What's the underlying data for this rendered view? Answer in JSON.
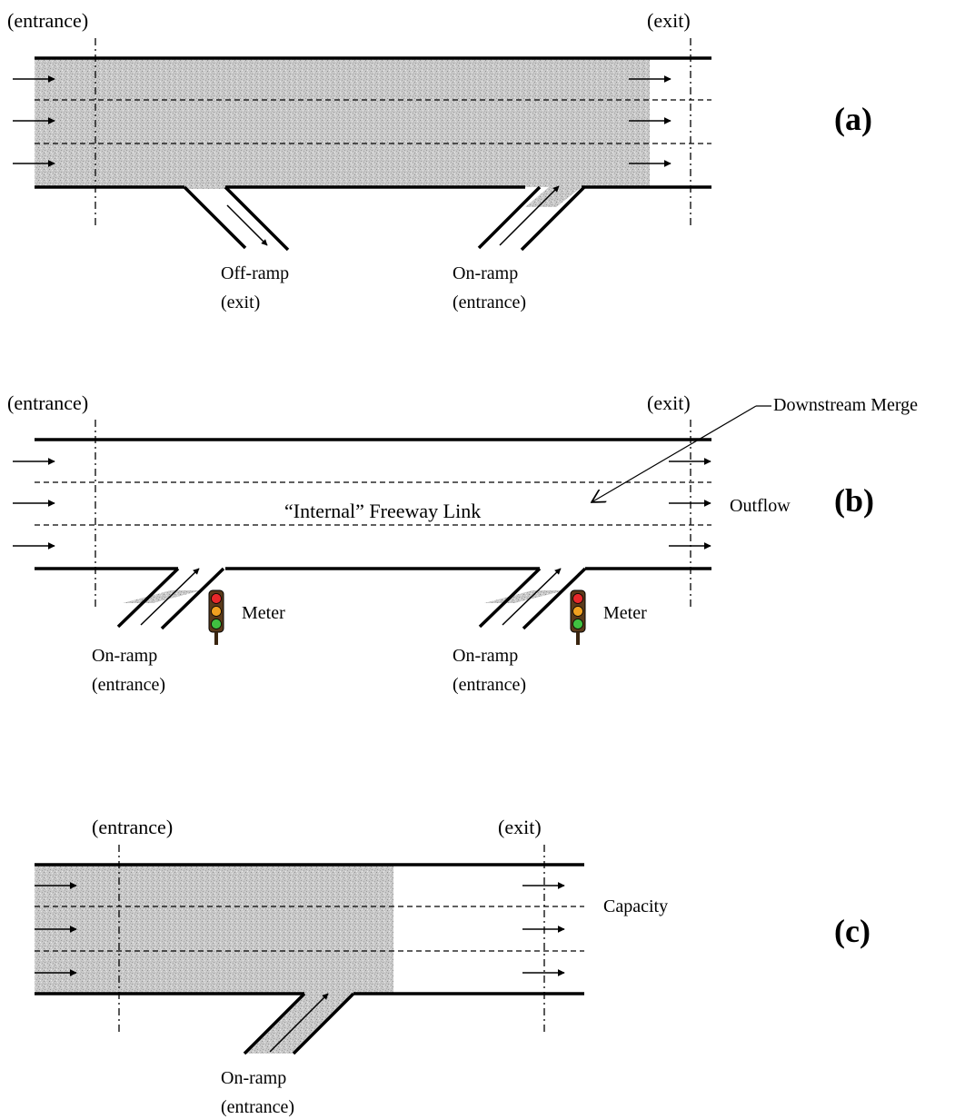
{
  "colors": {
    "congestion_fill": "#c4c4c4",
    "line": "#000000",
    "signal_housing": "#5a3a1a",
    "signal_red": "#e8282a",
    "signal_amber": "#f0a020",
    "signal_green": "#40c040"
  },
  "panel_a": {
    "label": "(a)",
    "entrance": "(entrance)",
    "exit": "(exit)",
    "off_ramp_line1": "Off-ramp",
    "off_ramp_line2": "(exit)",
    "on_ramp_line1": "On-ramp",
    "on_ramp_line2": "(entrance)"
  },
  "panel_b": {
    "label": "(b)",
    "entrance": "(entrance)",
    "exit": "(exit)",
    "downstream_merge": "Downstream Merge",
    "internal_link": "“Internal” Freeway Link",
    "outflow": "Outflow",
    "meter1": "Meter",
    "meter2": "Meter",
    "on_ramp1_line1": "On-ramp",
    "on_ramp1_line2": "(entrance)",
    "on_ramp2_line1": "On-ramp",
    "on_ramp2_line2": "(entrance)"
  },
  "panel_c": {
    "label": "(c)",
    "entrance": "(entrance)",
    "exit": "(exit)",
    "capacity": "Capacity",
    "on_ramp_line1": "On-ramp",
    "on_ramp_line2": "(entrance)"
  }
}
